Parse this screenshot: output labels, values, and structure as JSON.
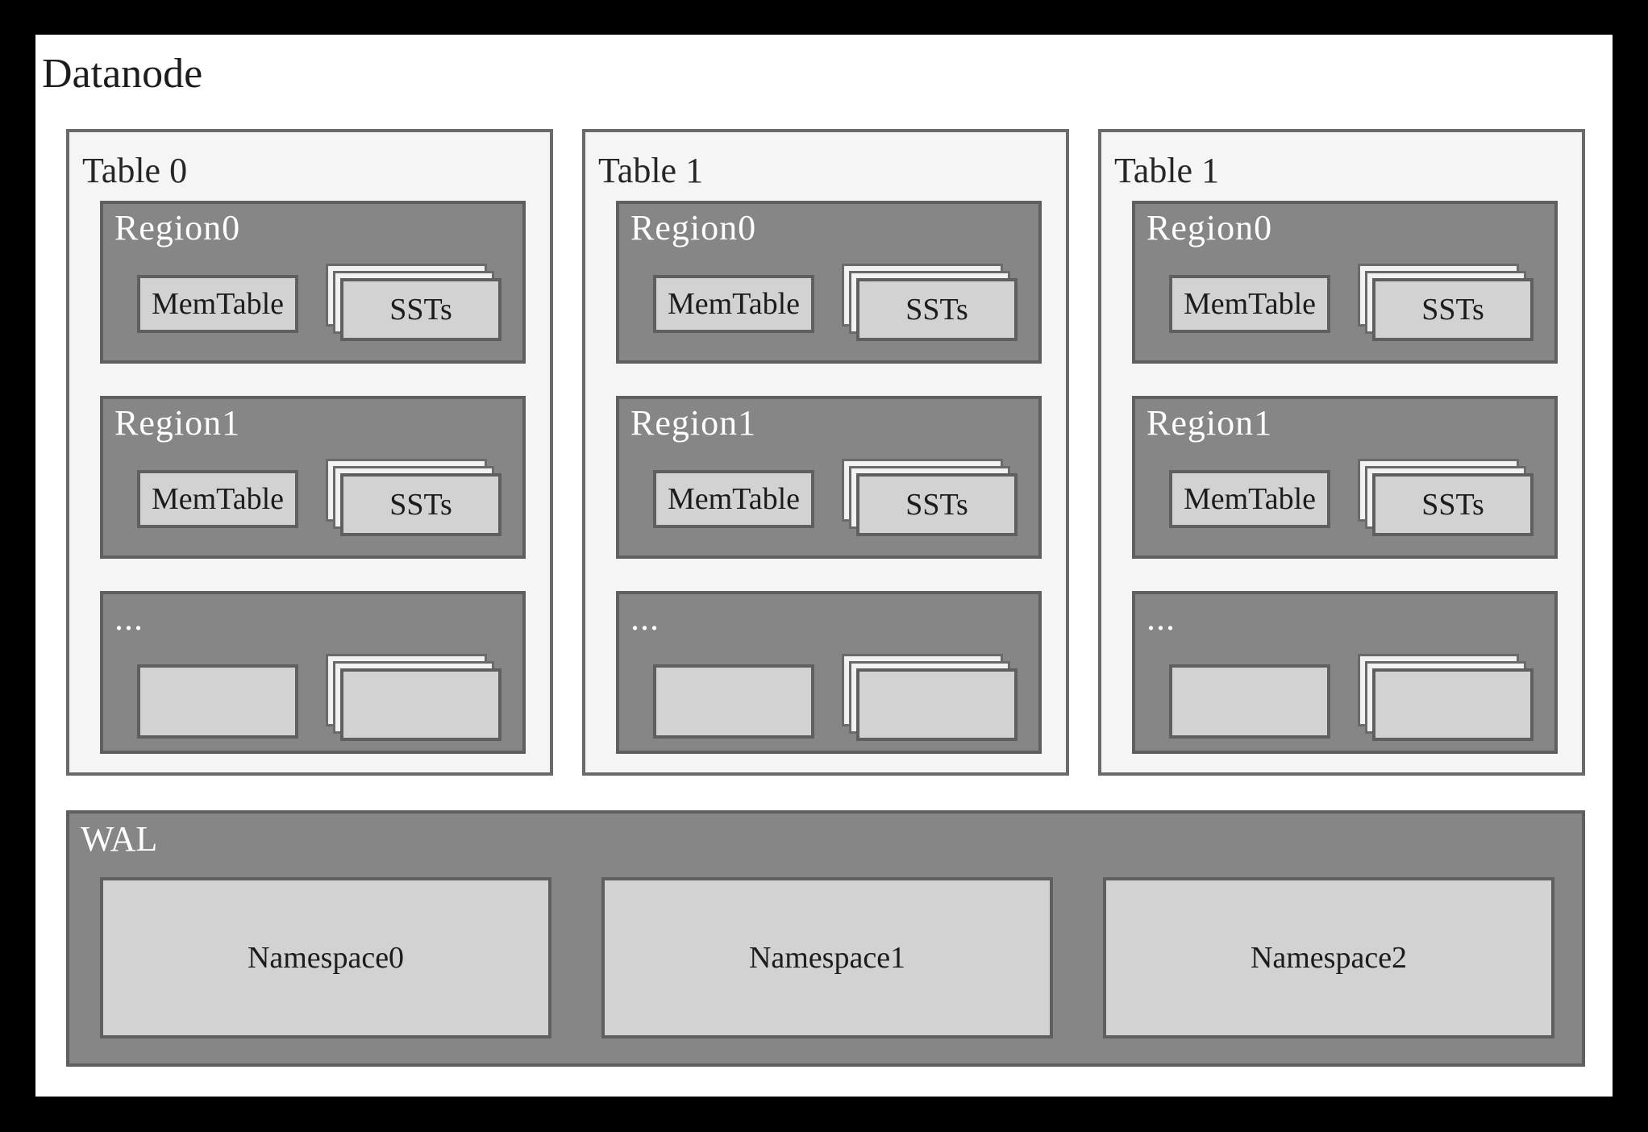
{
  "colors": {
    "frame": "#000000",
    "canvas": "#ffffff",
    "table_bg": "#f5f5f5",
    "region_bg": "#868686",
    "border": "#5f5f5f",
    "border_mid": "#6a6a6a",
    "light_box": "#d2d2d2",
    "stack_layer": "#f2f2f2",
    "label_light": "#ffffff",
    "label_dark": "#1c1c1c"
  },
  "diagram": {
    "title": "Datanode",
    "tables": [
      {
        "label": "Table 0",
        "regions": [
          {
            "label": "Region0",
            "memtable_label": "MemTable",
            "ssts_label": "SSTs"
          },
          {
            "label": "Region1",
            "memtable_label": "MemTable",
            "ssts_label": "SSTs"
          },
          {
            "label": "...",
            "memtable_label": "",
            "ssts_label": ""
          }
        ]
      },
      {
        "label": "Table 1",
        "regions": [
          {
            "label": "Region0",
            "memtable_label": "MemTable",
            "ssts_label": "SSTs"
          },
          {
            "label": "Region1",
            "memtable_label": "MemTable",
            "ssts_label": "SSTs"
          },
          {
            "label": "...",
            "memtable_label": "",
            "ssts_label": ""
          }
        ]
      },
      {
        "label": "Table 1",
        "regions": [
          {
            "label": "Region0",
            "memtable_label": "MemTable",
            "ssts_label": "SSTs"
          },
          {
            "label": "Region1",
            "memtable_label": "MemTable",
            "ssts_label": "SSTs"
          },
          {
            "label": "...",
            "memtable_label": "",
            "ssts_label": ""
          }
        ]
      }
    ],
    "wal": {
      "label": "WAL",
      "namespaces": [
        {
          "label": "Namespace0"
        },
        {
          "label": "Namespace1"
        },
        {
          "label": "Namespace2"
        }
      ]
    }
  }
}
